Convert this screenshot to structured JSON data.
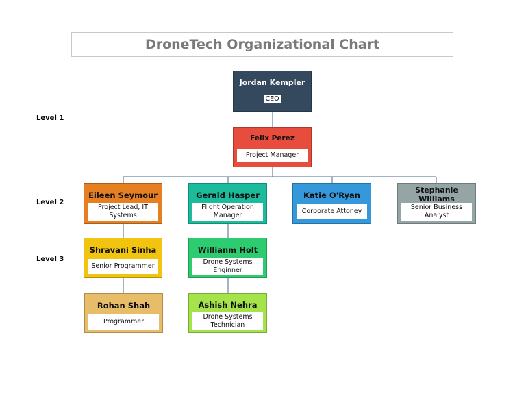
{
  "title": "DroneTech Organizational Chart",
  "levels": [
    "Level 1",
    "Level 2",
    "Level 3"
  ],
  "nodes": {
    "ceo": {
      "name": "Jordan Kempler",
      "role": "CEO",
      "color": "#34495e"
    },
    "pm": {
      "name": "Felix Perez",
      "role": "Project Manager",
      "color": "#e74c3c"
    },
    "eileen": {
      "name": "Eileen Seymour",
      "role": "Project Lead, IT Systems",
      "color": "#e67e22"
    },
    "gerald": {
      "name": "Gerald Hasper",
      "role": "Flight Operation Manager",
      "color": "#1abc9c"
    },
    "katie": {
      "name": "Katie O'Ryan",
      "role": "Corporate Attoney",
      "color": "#3498db"
    },
    "stephanie": {
      "name": "Stephanie Williams",
      "role": "Senior Business Analyst",
      "color": "#95a5a6"
    },
    "shravani": {
      "name": "Shravani Sinha",
      "role": "Senior Programmer",
      "color": "#f1c40f"
    },
    "willianm": {
      "name": "Willianm Holt",
      "role": "Drone Systems Enginner",
      "color": "#2ecc71"
    },
    "rohan": {
      "name": "Rohan Shah",
      "role": "Programmer",
      "color": "#e8bd6a"
    },
    "ashish": {
      "name": "Ashish Nehra",
      "role": "Drone Systems Technician",
      "color": "#a5e34a"
    }
  }
}
